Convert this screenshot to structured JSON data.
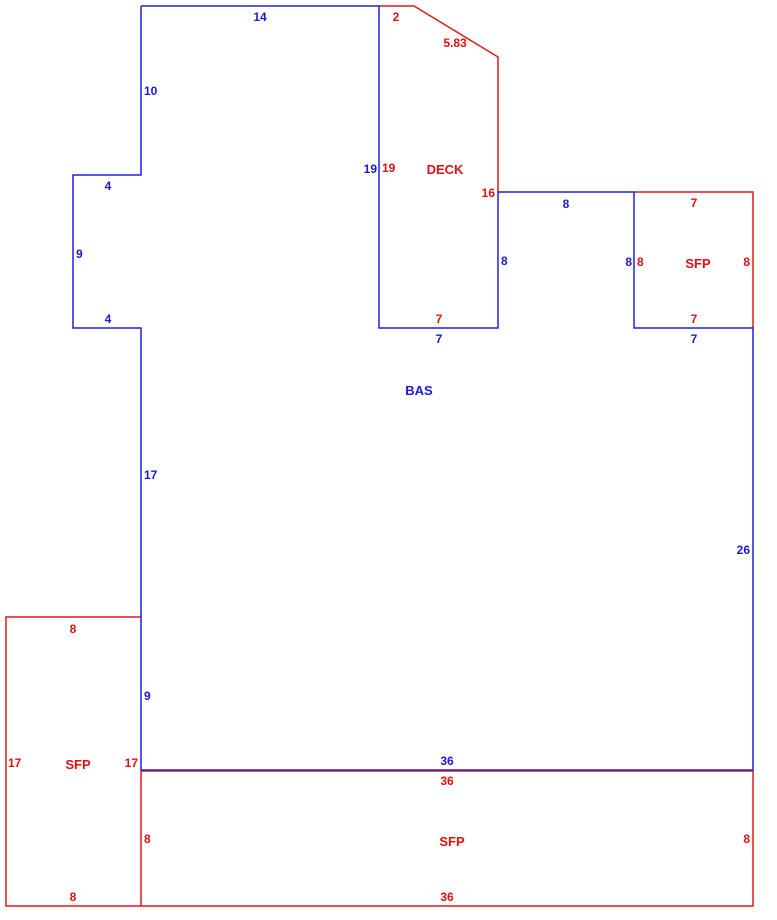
{
  "colors": {
    "bas": "#2020dd",
    "addition": "#e01818"
  },
  "areas": {
    "bas": "BAS",
    "deck": "DECK",
    "sfp_right": "SFP",
    "sfp_left": "SFP",
    "sfp_bottom": "SFP"
  },
  "dimensions": {
    "bas_top": "14",
    "bas_upper_left": "10",
    "bas_jog_top": "4",
    "bas_jog_side": "9",
    "bas_jog_bottom": "4",
    "bas_left_mid": "17",
    "bas_left_lower": "9",
    "bas_inner_left": "19",
    "bas_inner_bottom": "7",
    "bas_inner_right": "8",
    "bas_step_top": "8",
    "bas_sfp_left": "8",
    "bas_sfp_bottom": "7",
    "bas_right": "26",
    "bas_bottom": "36",
    "deck_top": "2",
    "deck_diagonal": "5.83",
    "deck_left": "19",
    "deck_right": "16",
    "deck_bottom": "7",
    "sfp_right_top": "7",
    "sfp_right_left": "8",
    "sfp_right_right": "8",
    "sfp_right_bottom": "7",
    "sfp_left_top": "8",
    "sfp_left_left": "17",
    "sfp_left_right": "17",
    "sfp_left_bottom": "8",
    "sfp_bottom_top": "36",
    "sfp_bottom_left": "8",
    "sfp_bottom_right": "8",
    "sfp_bottom_bottom": "36"
  }
}
